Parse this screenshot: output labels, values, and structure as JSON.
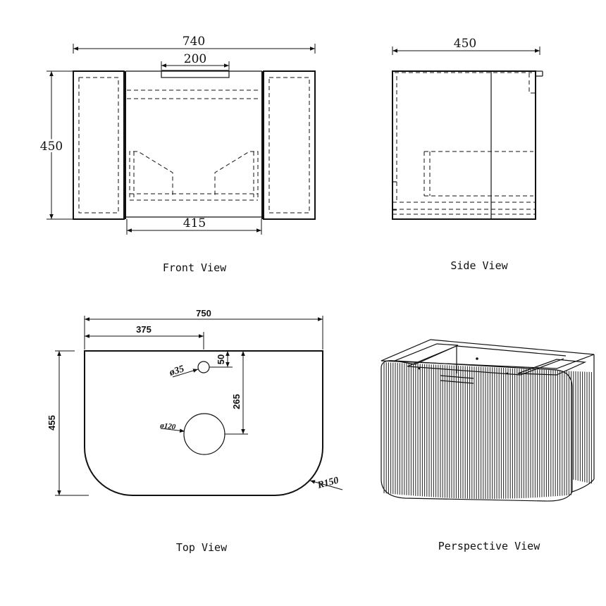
{
  "front_view": {
    "caption": "Front View",
    "dims": {
      "width": "740",
      "handle": "200",
      "height": "450",
      "inner": "415"
    }
  },
  "side_view": {
    "caption": "Side View",
    "dims": {
      "depth": "450"
    }
  },
  "top_view": {
    "caption": "Top View",
    "dims": {
      "width": "750",
      "offset": "375",
      "depth": "455",
      "hole_small": "ø35",
      "edge": "50",
      "drain_offset": "265",
      "hole_large": "ø120",
      "radius": "R150"
    }
  },
  "perspective_view": {
    "caption": "Perspective View"
  }
}
